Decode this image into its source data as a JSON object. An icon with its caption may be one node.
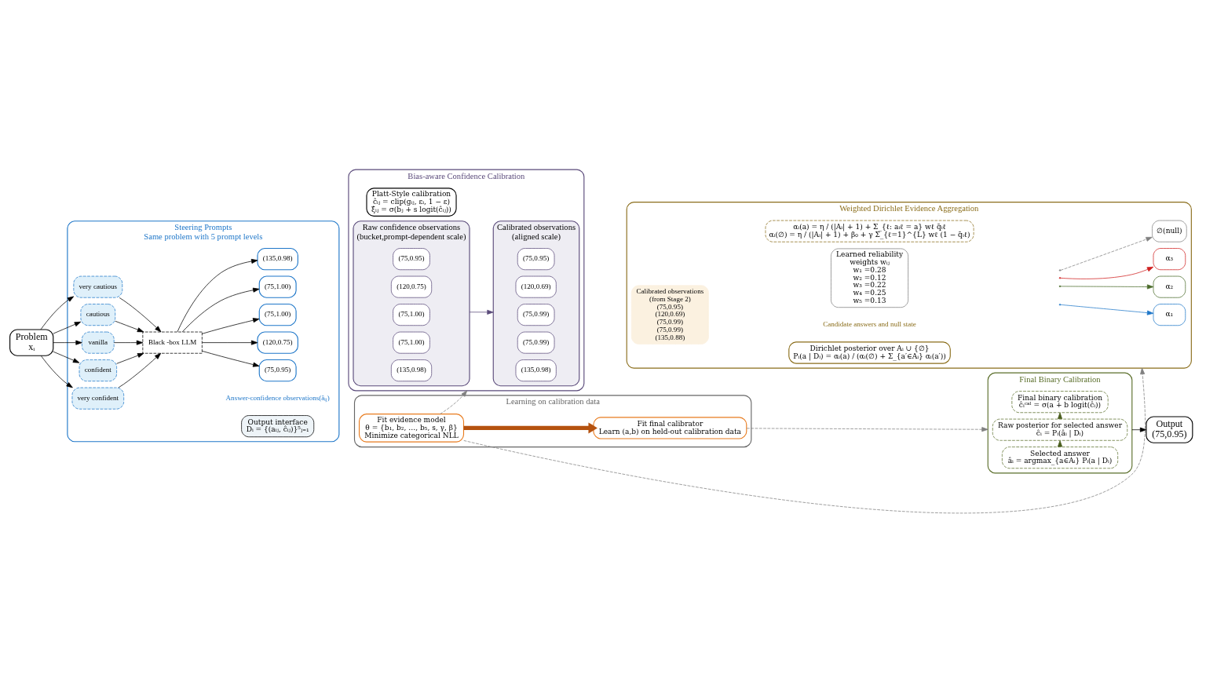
{
  "diagram": {
    "nodes": [
      {
        "text": [
          "Problem",
          "xᵢ"
        ]
      },
      {
        "text": [
          "Steering Prompts",
          "Same problem with 5 prompt levels"
        ]
      },
      {
        "text": [
          "very cautious"
        ],
        "in": 1
      },
      {
        "text": [
          "cautious"
        ],
        "in": 1
      },
      {
        "text": [
          "vanilla"
        ],
        "in": 1
      },
      {
        "text": [
          "confident"
        ],
        "in": 1
      },
      {
        "text": [
          "very confident"
        ],
        "in": 1
      },
      {
        "text": [
          "Black -box LLM"
        ],
        "in": 1
      },
      {
        "text": [
          "(75,0.95)"
        ],
        "in": 1
      },
      {
        "text": [
          "(120,0.75)"
        ],
        "in": 1
      },
      {
        "text": [
          "(75,1.00)"
        ],
        "in": 1
      },
      {
        "text": [
          "(75,1.00)"
        ],
        "in": 1
      },
      {
        "text": [
          "(135,0.98)"
        ],
        "in": 1
      },
      {
        "text": [
          "Output interface",
          "Dᵢ = {(aᵢⱼ, ĉᵢⱼ)}⁵ⱼ₌₁"
        ],
        "in": 1
      },
      {
        "text": [
          "Bias-aware Confidence Calibration"
        ]
      },
      {
        "text": [
          "Raw confidence observations",
          "(bucket,prompt-dependent scale)"
        ],
        "in": 14
      },
      {
        "text": [
          "(75,0.95)"
        ],
        "in": 15
      },
      {
        "text": [
          "(120,0.75)"
        ],
        "in": 15
      },
      {
        "text": [
          "(75,1.00)"
        ],
        "in": 15
      },
      {
        "text": [
          "(75,1.00)"
        ],
        "in": 15
      },
      {
        "text": [
          "(135,0.98)"
        ],
        "in": 15
      },
      {
        "text": [
          "Calibrated observations",
          "(aligned scale)"
        ],
        "in": 14
      },
      {
        "text": [
          "(75,0.95)"
        ],
        "in": 21
      },
      {
        "text": [
          "(120,0.69)"
        ],
        "in": 21
      },
      {
        "text": [
          "(75,0.99)"
        ],
        "in": 21
      },
      {
        "text": [
          "(75,0.99)"
        ],
        "in": 21
      },
      {
        "text": [
          "(135,0.98)"
        ],
        "in": 21
      },
      {
        "text": [
          "Platt-Style calibration",
          "ĉᵢⱼ = clip(gᵢⱼ, εᵢ, 1 − ε)",
          "ξ̂ᵢⱼ = σ(bⱼ + s logit(ĉᵢⱼ))"
        ],
        "in": 14
      },
      {
        "text": [
          "Weighted Dirichlet Evidence Aggregation"
        ]
      },
      {
        "text": [
          "Calibrated observations",
          "(from Stage 2)",
          "(75,0.95)",
          "(120,0.69)",
          "(75,0.99)",
          "(75,0.99)",
          "(135,0.88)"
        ],
        "in": 28
      },
      {
        "text": [
          "Learned reliability",
          "weights wᵢⱼ",
          "w₁ =0.28",
          "w₂ =0.12",
          "w₃ =0.22",
          "w₄ =0.25",
          "w₅ =0.13"
        ],
        "in": 28
      },
      {
        "text": [
          "α₁"
        ],
        "in": 28
      },
      {
        "text": [
          "α₂"
        ],
        "in": 28
      },
      {
        "text": [
          "α₃"
        ],
        "in": 28
      },
      {
        "text": [
          "∅(null)"
        ],
        "in": 28
      },
      {
        "text": [
          "αᵢ(a) = η / (|Aᵢ| + 1) + Σ_{ℓ: aᵢℓ = a} wℓ q̄ᵢℓ",
          "αᵢ(∅) = η / (|Aᵢ| + 1) + β₀ + γ Σ_{ℓ=1}^{L} wℓ (1 − q̄ᵢℓ)"
        ],
        "in": 28
      },
      {
        "text": [
          "Dirichlet posterior over Aᵢ ∪ {∅}",
          "Pᵢ(a | Dᵢ) = αᵢ(a) / (αᵢ(∅) + Σ_{a′∈Aᵢ} αᵢ(a′))"
        ],
        "in": 28
      },
      {
        "text": [
          "Final Binary Calibration"
        ]
      },
      {
        "text": [
          "Selected answer",
          "âᵢ = argmax_{a∈Aᵢ} Pᵢ(a | Dᵢ)"
        ],
        "in": 37
      },
      {
        "text": [
          "Raw posterior for selected answer",
          "ĉᵢ = Pᵢ(âᵢ | Dᵢ)"
        ],
        "in": 37
      },
      {
        "text": [
          "Final binary calibration",
          "ĉᵢᶜᵃˡ = σ(a + b logit(ĉᵢ))"
        ],
        "in": 37
      },
      {
        "text": [
          "Output",
          "(75,0.95)"
        ]
      },
      {
        "text": [
          "Learning on calibration data"
        ]
      },
      {
        "text": [
          "Fit evidence model",
          "θ = {b₁, b₂, …, b₅, s, γ, β}",
          "Minimize categorical NLL"
        ],
        "in": 42
      },
      {
        "text": [
          "Fit final calibrator",
          "Learn (a,b) on held-out calibration data"
        ],
        "in": 42
      }
    ],
    "edges": [
      {
        "from": 0,
        "to": 2,
        "arrow": "to"
      },
      {
        "from": 0,
        "to": 3,
        "arrow": "to"
      },
      {
        "from": 0,
        "to": 4,
        "arrow": "to"
      },
      {
        "from": 0,
        "to": 5,
        "arrow": "to"
      },
      {
        "from": 0,
        "to": 6,
        "arrow": "to"
      },
      {
        "from": 2,
        "to": 7,
        "arrow": "to"
      },
      {
        "from": 3,
        "to": 7,
        "arrow": "to"
      },
      {
        "from": 4,
        "to": 7,
        "arrow": "to"
      },
      {
        "from": 5,
        "to": 7,
        "arrow": "to"
      },
      {
        "from": 6,
        "to": 7,
        "arrow": "to"
      },
      {
        "from": 7,
        "to": 8,
        "arrow": "to"
      },
      {
        "from": 7,
        "to": 9,
        "arrow": "to"
      },
      {
        "from": 7,
        "to": 10,
        "arrow": "to"
      },
      {
        "from": 7,
        "to": 11,
        "arrow": "to"
      },
      {
        "from": 7,
        "to": 12,
        "arrow": "to"
      },
      {
        "from": 15,
        "to": 21,
        "arrow": "to",
        "color": "#5a4a7a"
      },
      {
        "from": null,
        "to": 31,
        "arrow": "to",
        "color": "#1f77c9"
      },
      {
        "from": null,
        "to": 32,
        "arrow": "to",
        "color": "#4a6b2a"
      },
      {
        "from": null,
        "to": 33,
        "arrow": "to",
        "color": "#d02020"
      },
      {
        "from": null,
        "to": 34,
        "arrow": "to",
        "style": "dashed",
        "color": "#808080"
      },
      {
        "from": 38,
        "to": 39,
        "arrow": "to",
        "color": "#4a5e1e"
      },
      {
        "from": 39,
        "to": 40,
        "arrow": "to",
        "color": "#4a5e1e"
      },
      {
        "from": 37,
        "to": 41,
        "arrow": "to"
      },
      {
        "from": 43,
        "to": 44,
        "arrow": "to",
        "style": "thick",
        "color": "#b5520f"
      },
      {
        "from": 43,
        "to": 14,
        "arrow": "to",
        "style": "dashed",
        "color": "#808080"
      },
      {
        "from": 43,
        "to": 28,
        "arrow": "to",
        "style": "dashed",
        "color": "#808080"
      },
      {
        "from": 44,
        "to": 37,
        "arrow": "to",
        "style": "dashed",
        "color": "#808080"
      }
    ],
    "labels": [
      "Answer-confidence observations(âᵢⱼ)",
      "Candidate answers and null state"
    ]
  }
}
